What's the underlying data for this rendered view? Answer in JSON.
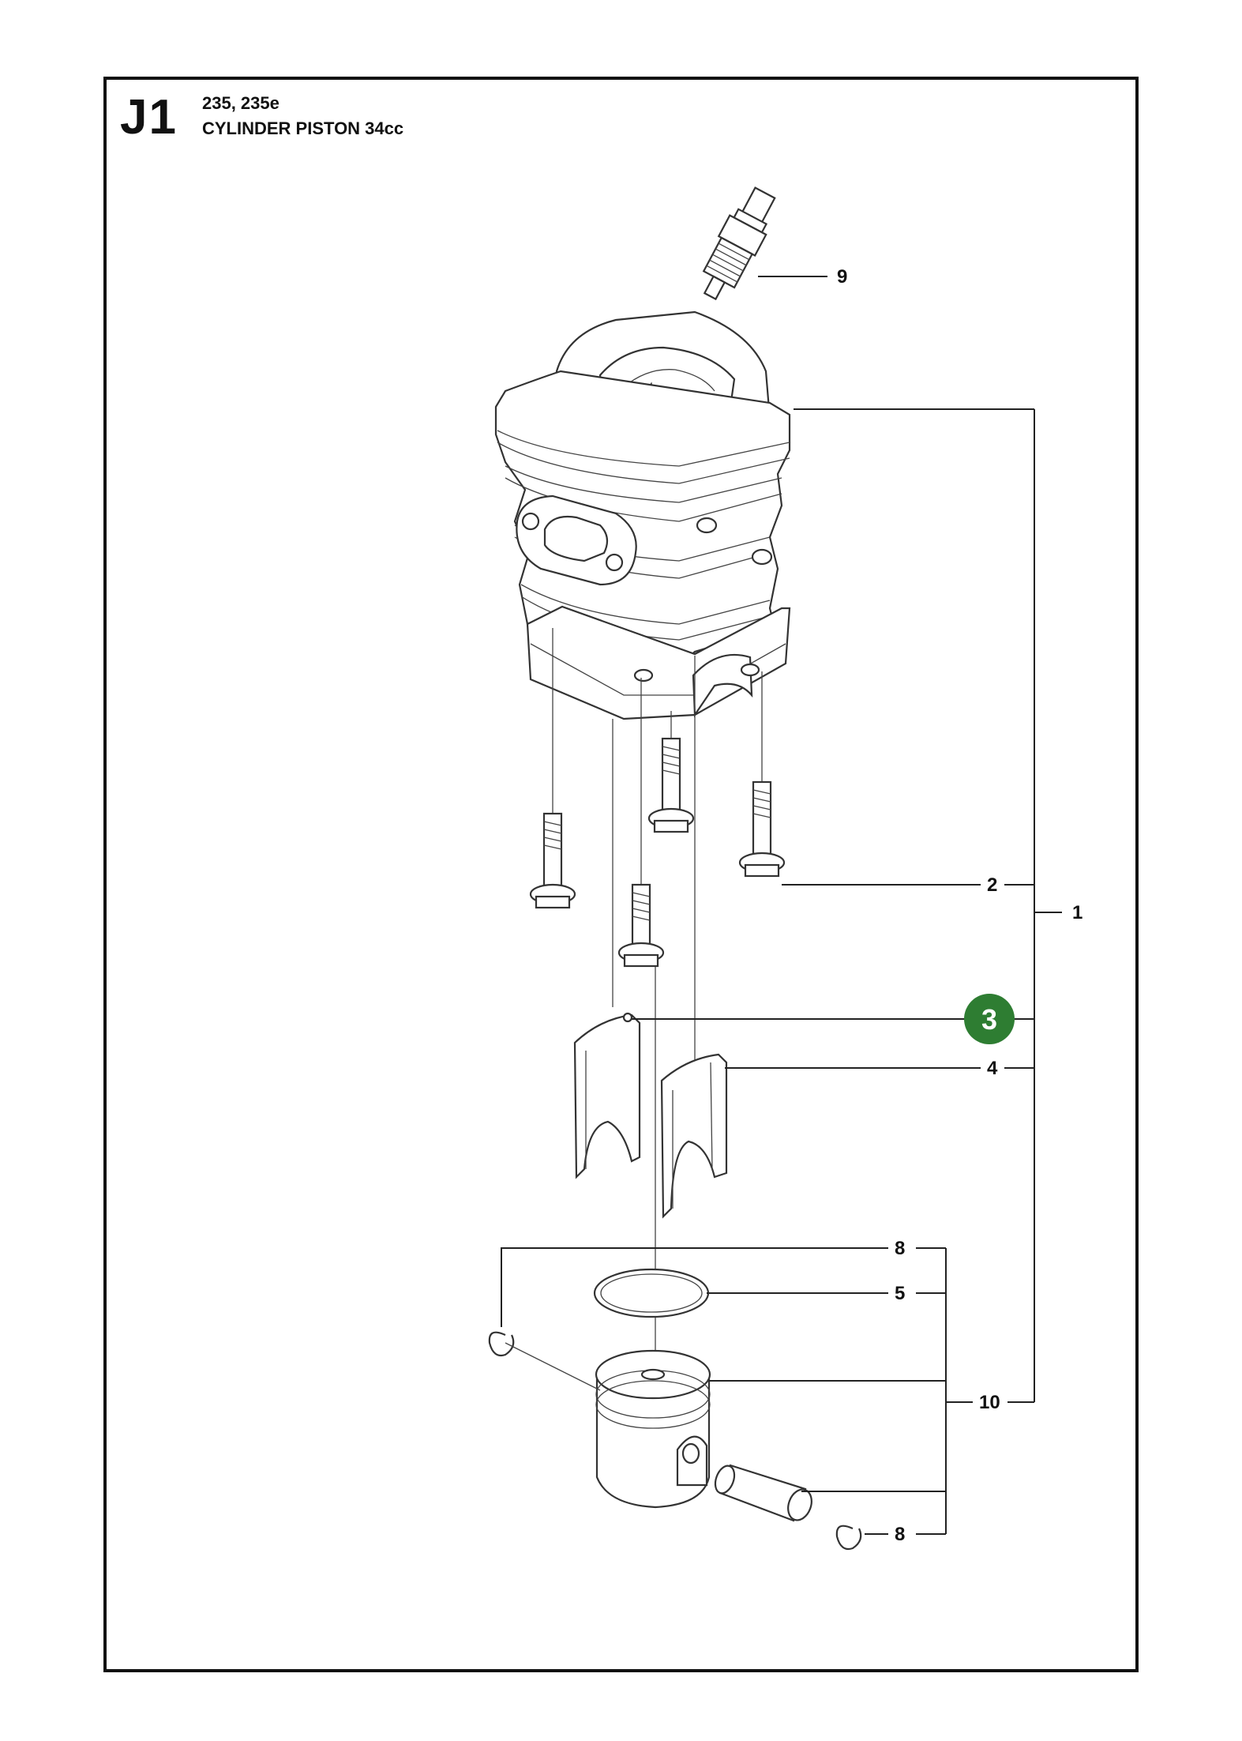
{
  "header": {
    "section_code": "J1",
    "models": "235, 235e",
    "title": "CYLINDER PISTON 34cc"
  },
  "callouts": {
    "c1": "1",
    "c2": "2",
    "c3": "3",
    "c4": "4",
    "c5": "5",
    "c8a": "8",
    "c8b": "8",
    "c9": "9",
    "c10": "10"
  },
  "colors": {
    "highlight": "#2e7d32",
    "highlight_text": "#ffffff",
    "ink": "#111111"
  }
}
